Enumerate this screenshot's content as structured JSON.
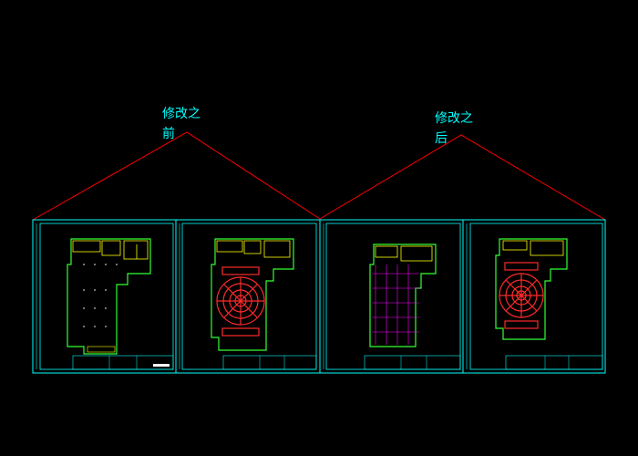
{
  "annotations": {
    "before_line1": "修改之",
    "before_line2": "前",
    "after_line1": "修改之",
    "after_line2": "后"
  },
  "colors": {
    "background": "#000000",
    "frame": "#00ffff",
    "roof_line": "#ff0000",
    "wall_green": "#33ff33",
    "wall_yellow": "#ffff00",
    "seating_red": "#ff2a2a",
    "grid_magenta": "#ff00ff",
    "dots_white": "#ffffff"
  },
  "sheets": [
    {
      "name": "sheet-1",
      "variant": "empty-grid"
    },
    {
      "name": "sheet-2",
      "variant": "seating"
    },
    {
      "name": "sheet-3",
      "variant": "magenta-grid"
    },
    {
      "name": "sheet-4",
      "variant": "seating"
    }
  ]
}
